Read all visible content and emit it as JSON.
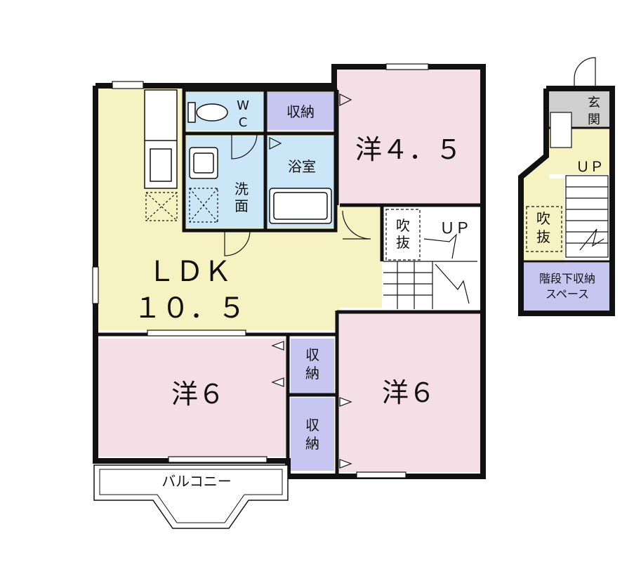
{
  "rooms": {
    "wc": {
      "label_1": "W",
      "label_2": "C"
    },
    "storage_top": "収納",
    "bath": "浴室",
    "washroom": {
      "label_1": "洗",
      "label_2": "面"
    },
    "western_45": "洋４．５",
    "ldk": {
      "label_1": "ＬＤＫ",
      "label_2": "１０．５"
    },
    "western_6_left": "洋６",
    "western_6_right": "洋６",
    "storage_mid_1": {
      "label_1": "収",
      "label_2": "納"
    },
    "storage_mid_2": {
      "label_1": "収",
      "label_2": "納"
    },
    "void_main": {
      "label_1": "吹",
      "label_2": "抜"
    },
    "stairs_main": "ＵＰ",
    "balcony": "バルコニー"
  },
  "first_floor": {
    "entrance": {
      "label_1": "玄",
      "label_2": "関"
    },
    "stairs": "ＵＰ",
    "void": {
      "label_1": "吹",
      "label_2": "抜"
    },
    "under_stair_storage": {
      "label_1": "階段下収納",
      "label_2": "スペース"
    }
  },
  "colors": {
    "ldk": "#f7f2c2",
    "western": "#f4dfe6",
    "storage": "#c6c6f0",
    "wet_area": "#cbe6f6",
    "entrance": "#cfcfcf",
    "wall": "#111111"
  }
}
